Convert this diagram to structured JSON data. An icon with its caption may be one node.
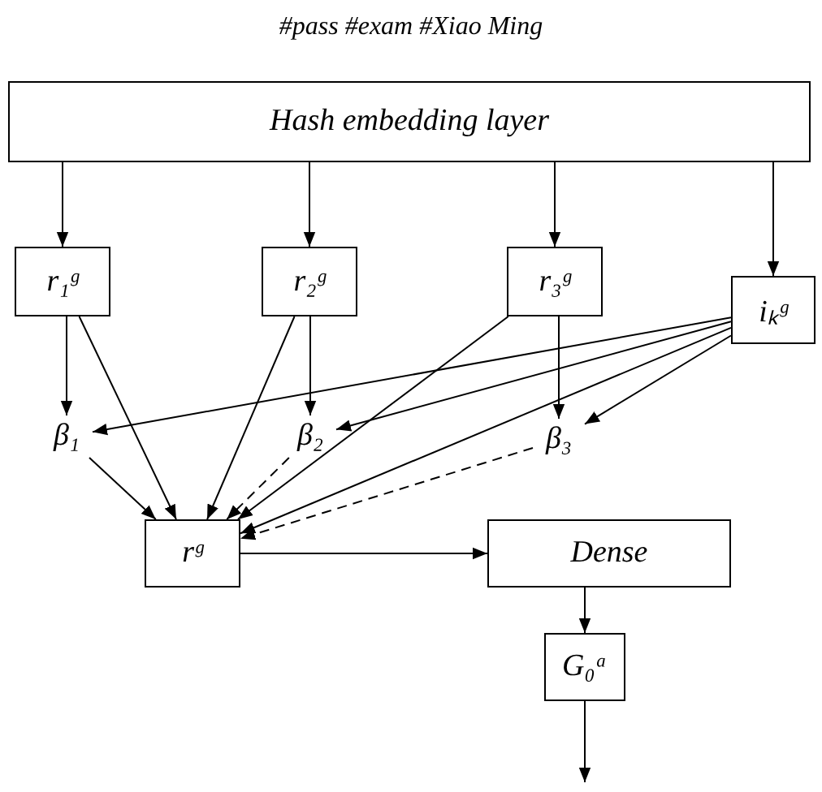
{
  "diagram": {
    "title": "#pass #exam #Xiao Ming",
    "nodes": [
      {
        "text": [
          "Hash embedding layer"
        ]
      },
      {
        "text": [
          "r₁ᵍ"
        ]
      },
      {
        "text": [
          "r₂ᵍ"
        ]
      },
      {
        "text": [
          "r₃ᵍ"
        ]
      },
      {
        "text": [
          "iₖᵍ"
        ]
      },
      {
        "text": [
          "β₁"
        ]
      },
      {
        "text": [
          "β₂"
        ]
      },
      {
        "text": [
          "β₃"
        ]
      },
      {
        "text": [
          "rᵍ"
        ]
      },
      {
        "text": [
          "Dense"
        ]
      },
      {
        "text": [
          "G₀ᵃ"
        ]
      }
    ],
    "edges": [
      {
        "from": 0,
        "to": 1,
        "arrow": "to"
      },
      {
        "from": 0,
        "to": 2,
        "arrow": "to"
      },
      {
        "from": 0,
        "to": 3,
        "arrow": "to"
      },
      {
        "from": 0,
        "to": 4,
        "arrow": "to"
      },
      {
        "from": 1,
        "to": 5,
        "arrow": "to"
      },
      {
        "from": 1,
        "to": 8,
        "arrow": "to"
      },
      {
        "from": 2,
        "to": 6,
        "arrow": "to"
      },
      {
        "from": 2,
        "to": 8,
        "arrow": "to"
      },
      {
        "from": 3,
        "to": 7,
        "arrow": "to"
      },
      {
        "from": 3,
        "to": 8,
        "arrow": "to"
      },
      {
        "from": 4,
        "to": 5,
        "arrow": "to"
      },
      {
        "from": 4,
        "to": 6,
        "arrow": "to"
      },
      {
        "from": 4,
        "to": 7,
        "arrow": "to"
      },
      {
        "from": 4,
        "to": 8,
        "arrow": "to"
      },
      {
        "from": 5,
        "to": 8,
        "arrow": "to"
      },
      {
        "from": 6,
        "to": 8,
        "arrow": "to",
        "style": "dashed"
      },
      {
        "from": 7,
        "to": 8,
        "arrow": "to",
        "style": "dashed"
      },
      {
        "from": 8,
        "to": 9,
        "arrow": "to"
      },
      {
        "from": 9,
        "to": 10,
        "arrow": "to"
      },
      {
        "from": 10,
        "to": null,
        "arrow": "to"
      }
    ]
  }
}
